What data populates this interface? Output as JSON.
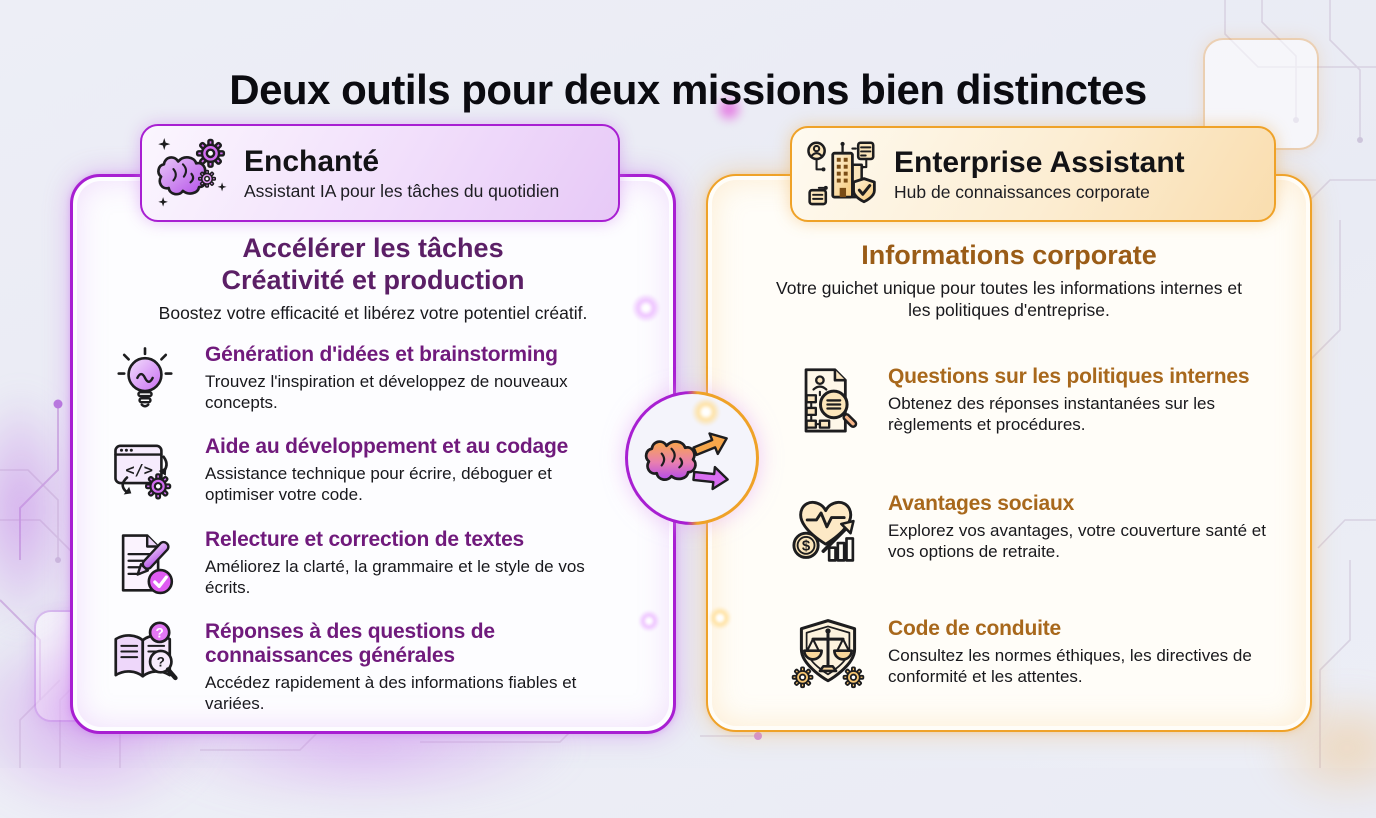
{
  "page": {
    "title": "Deux outils pour deux missions bien distinctes"
  },
  "colors": {
    "purple_accent": "#a81fd2",
    "purple_section_title": "#5b1f66",
    "purple_item_title": "#701a7c",
    "orange_accent": "#efa228",
    "orange_section_title": "#9a5c17",
    "orange_item_title": "#a8681c",
    "body_text": "#18181c",
    "background": "#eaecf4"
  },
  "center": {
    "icon": "brain-split-arrows-icon"
  },
  "enchante": {
    "name": "Enchanté",
    "tagline": "Assistant IA pour les tâches du quotidien",
    "icon": "brain-gears-icon",
    "section_title_line1": "Accélérer les tâches",
    "section_title_line2": "Créativité et production",
    "section_subtitle": "Boostez votre efficacité et libérez votre potentiel créatif.",
    "items": [
      {
        "icon": "lightbulb-icon",
        "title": "Génération d'idées et brainstorming",
        "description": "Trouvez l'inspiration et développez de nouveaux concepts."
      },
      {
        "icon": "code-window-icon",
        "title": "Aide au développement et au codage",
        "description": "Assistance technique pour écrire, déboguer et optimiser votre code."
      },
      {
        "icon": "proofreading-icon",
        "title": "Relecture et correction de textes",
        "description": "Améliorez la clarté, la grammaire et le style de vos écrits."
      },
      {
        "icon": "open-book-question-icon",
        "title": "Réponses à des questions de connaissances générales",
        "description": "Accédez rapidement à des informations fiables et variées."
      }
    ]
  },
  "enterprise": {
    "name": "Enterprise Assistant",
    "tagline": "Hub de connaissances corporate",
    "icon": "building-network-icon",
    "section_title": "Informations corporate",
    "section_subtitle": "Votre guichet unique pour toutes les informations internes et les politiques d'entreprise.",
    "items": [
      {
        "icon": "policy-document-search-icon",
        "title": "Questions sur les politiques internes",
        "description": "Obtenez des réponses instantanées sur les règlements et procédures."
      },
      {
        "icon": "health-benefits-icon",
        "title": "Avantages sociaux",
        "description": "Explorez vos avantages, votre couverture santé et vos options de retraite."
      },
      {
        "icon": "ethics-shield-scales-icon",
        "title": "Code de conduite",
        "description": "Consultez les normes éthiques, les directives de conformité et les attentes."
      }
    ]
  }
}
